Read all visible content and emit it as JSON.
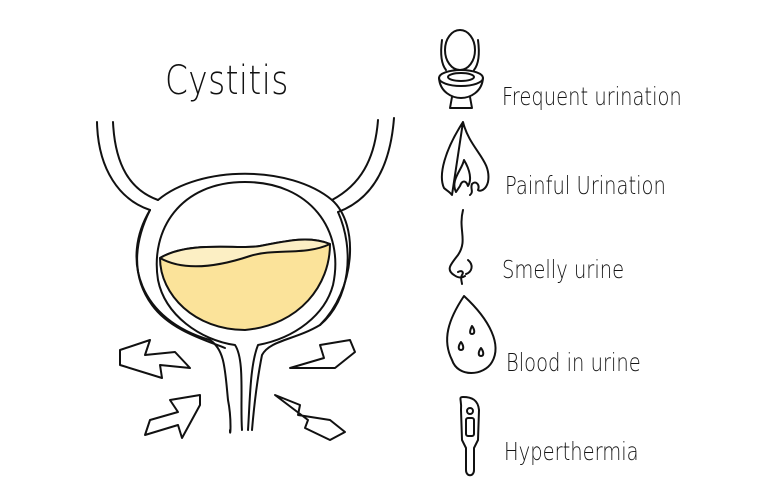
{
  "title": "Cystitis",
  "colors": {
    "urine_fill": "#FBE39A",
    "urine_surface": "#FCEFC4",
    "stroke": "#111111",
    "background": "#FFFFFF"
  },
  "symptoms": [
    {
      "label": "Frequent urination",
      "icon": "toilet-icon"
    },
    {
      "label": "Painful Urination",
      "icon": "flame-icon"
    },
    {
      "label": "Smelly urine",
      "icon": "nose-icon"
    },
    {
      "label": "Blood in urine",
      "icon": "blood-drop-icon"
    },
    {
      "label": "Hyperthermia",
      "icon": "thermometer-icon"
    }
  ],
  "illustration": {
    "organ": "bladder-illustration",
    "pain_indicators": 4
  }
}
